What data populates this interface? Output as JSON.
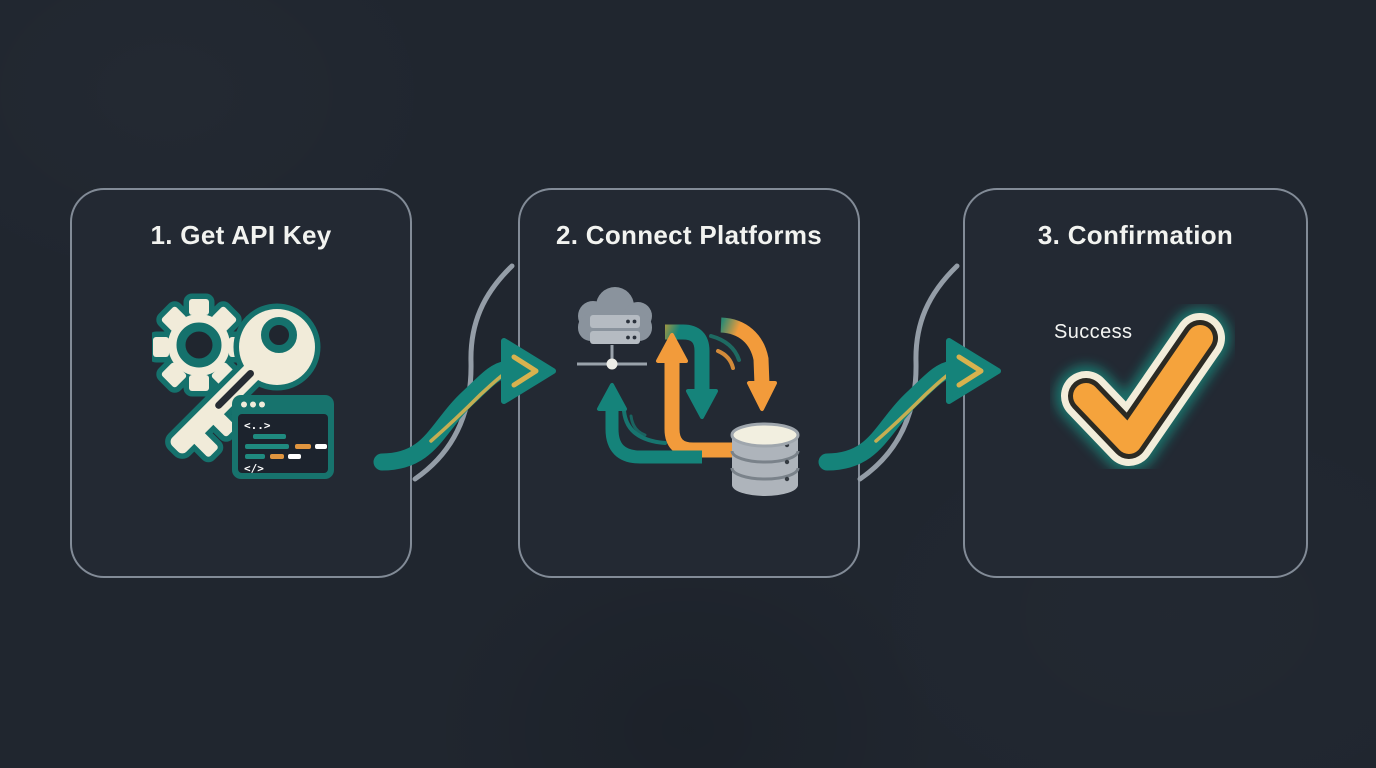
{
  "colors": {
    "background": "#20262F",
    "card_background": "#232933",
    "card_border": "#A8B2BE",
    "teal": "#15837A",
    "teal_dark": "#15716C",
    "orange": "#F29B3B",
    "gold": "#D8B24E",
    "cream": "#F1EBD9",
    "title_text": "#F2F3F0",
    "gray_icon": "#8A939D",
    "gray_light": "#B5BBC2",
    "code_window_bg": "#1C232D"
  },
  "steps": [
    {
      "title": "1. Get API Key",
      "icons": [
        "gear-icon",
        "key-icon",
        "code-window-icon"
      ],
      "code_window": {
        "open_tag": "<..>",
        "close_tag": "</>"
      }
    },
    {
      "title": "2. Connect Platforms",
      "icons": [
        "cloud-server-icon",
        "sync-arrows-icon",
        "database-icon"
      ]
    },
    {
      "title": "3. Confirmation",
      "status_label": "Success",
      "icons": [
        "checkmark-icon"
      ]
    }
  ],
  "connectors": [
    {
      "name": "arrow-step1-to-step2"
    },
    {
      "name": "arrow-step2-to-step3"
    }
  ]
}
